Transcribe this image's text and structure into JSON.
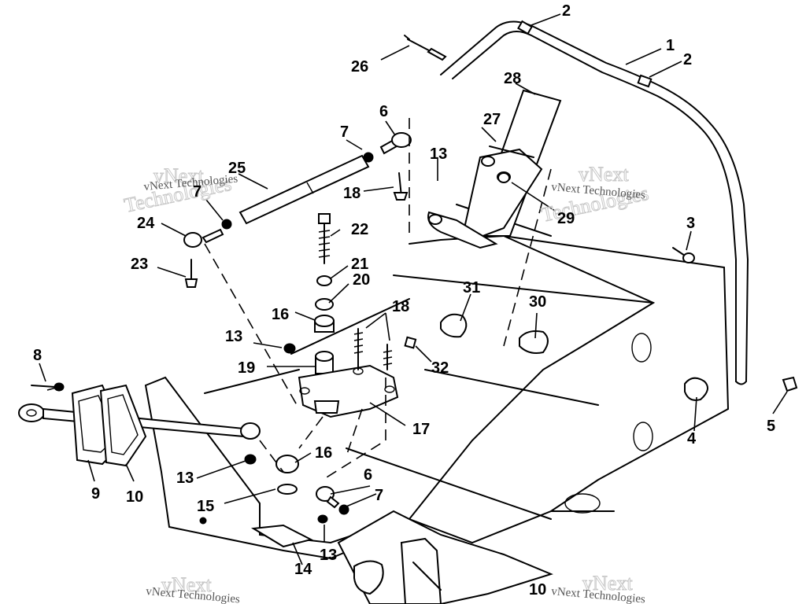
{
  "callouts": [
    {
      "label": "1"
    },
    {
      "label": "2"
    },
    {
      "label": "2"
    },
    {
      "label": "3"
    },
    {
      "label": "4"
    },
    {
      "label": "5"
    },
    {
      "label": "6"
    },
    {
      "label": "6"
    },
    {
      "label": "7"
    },
    {
      "label": "7"
    },
    {
      "label": "7"
    },
    {
      "label": "8"
    },
    {
      "label": "9"
    },
    {
      "label": "10"
    },
    {
      "label": "10"
    },
    {
      "label": "13"
    },
    {
      "label": "13"
    },
    {
      "label": "13"
    },
    {
      "label": "13"
    },
    {
      "label": "14"
    },
    {
      "label": "15"
    },
    {
      "label": "16"
    },
    {
      "label": "16"
    },
    {
      "label": "17"
    },
    {
      "label": "18"
    },
    {
      "label": "18"
    },
    {
      "label": "19"
    },
    {
      "label": "20"
    },
    {
      "label": "21"
    },
    {
      "label": "22"
    },
    {
      "label": "23"
    },
    {
      "label": "24"
    },
    {
      "label": "25"
    },
    {
      "label": "26"
    },
    {
      "label": "27"
    },
    {
      "label": "28"
    },
    {
      "label": "29"
    },
    {
      "label": "30"
    },
    {
      "label": "31"
    },
    {
      "label": "32"
    }
  ],
  "watermark": {
    "small": "vNext Technologies",
    "big_top": "vNext",
    "big_bottom": "Technologies"
  }
}
